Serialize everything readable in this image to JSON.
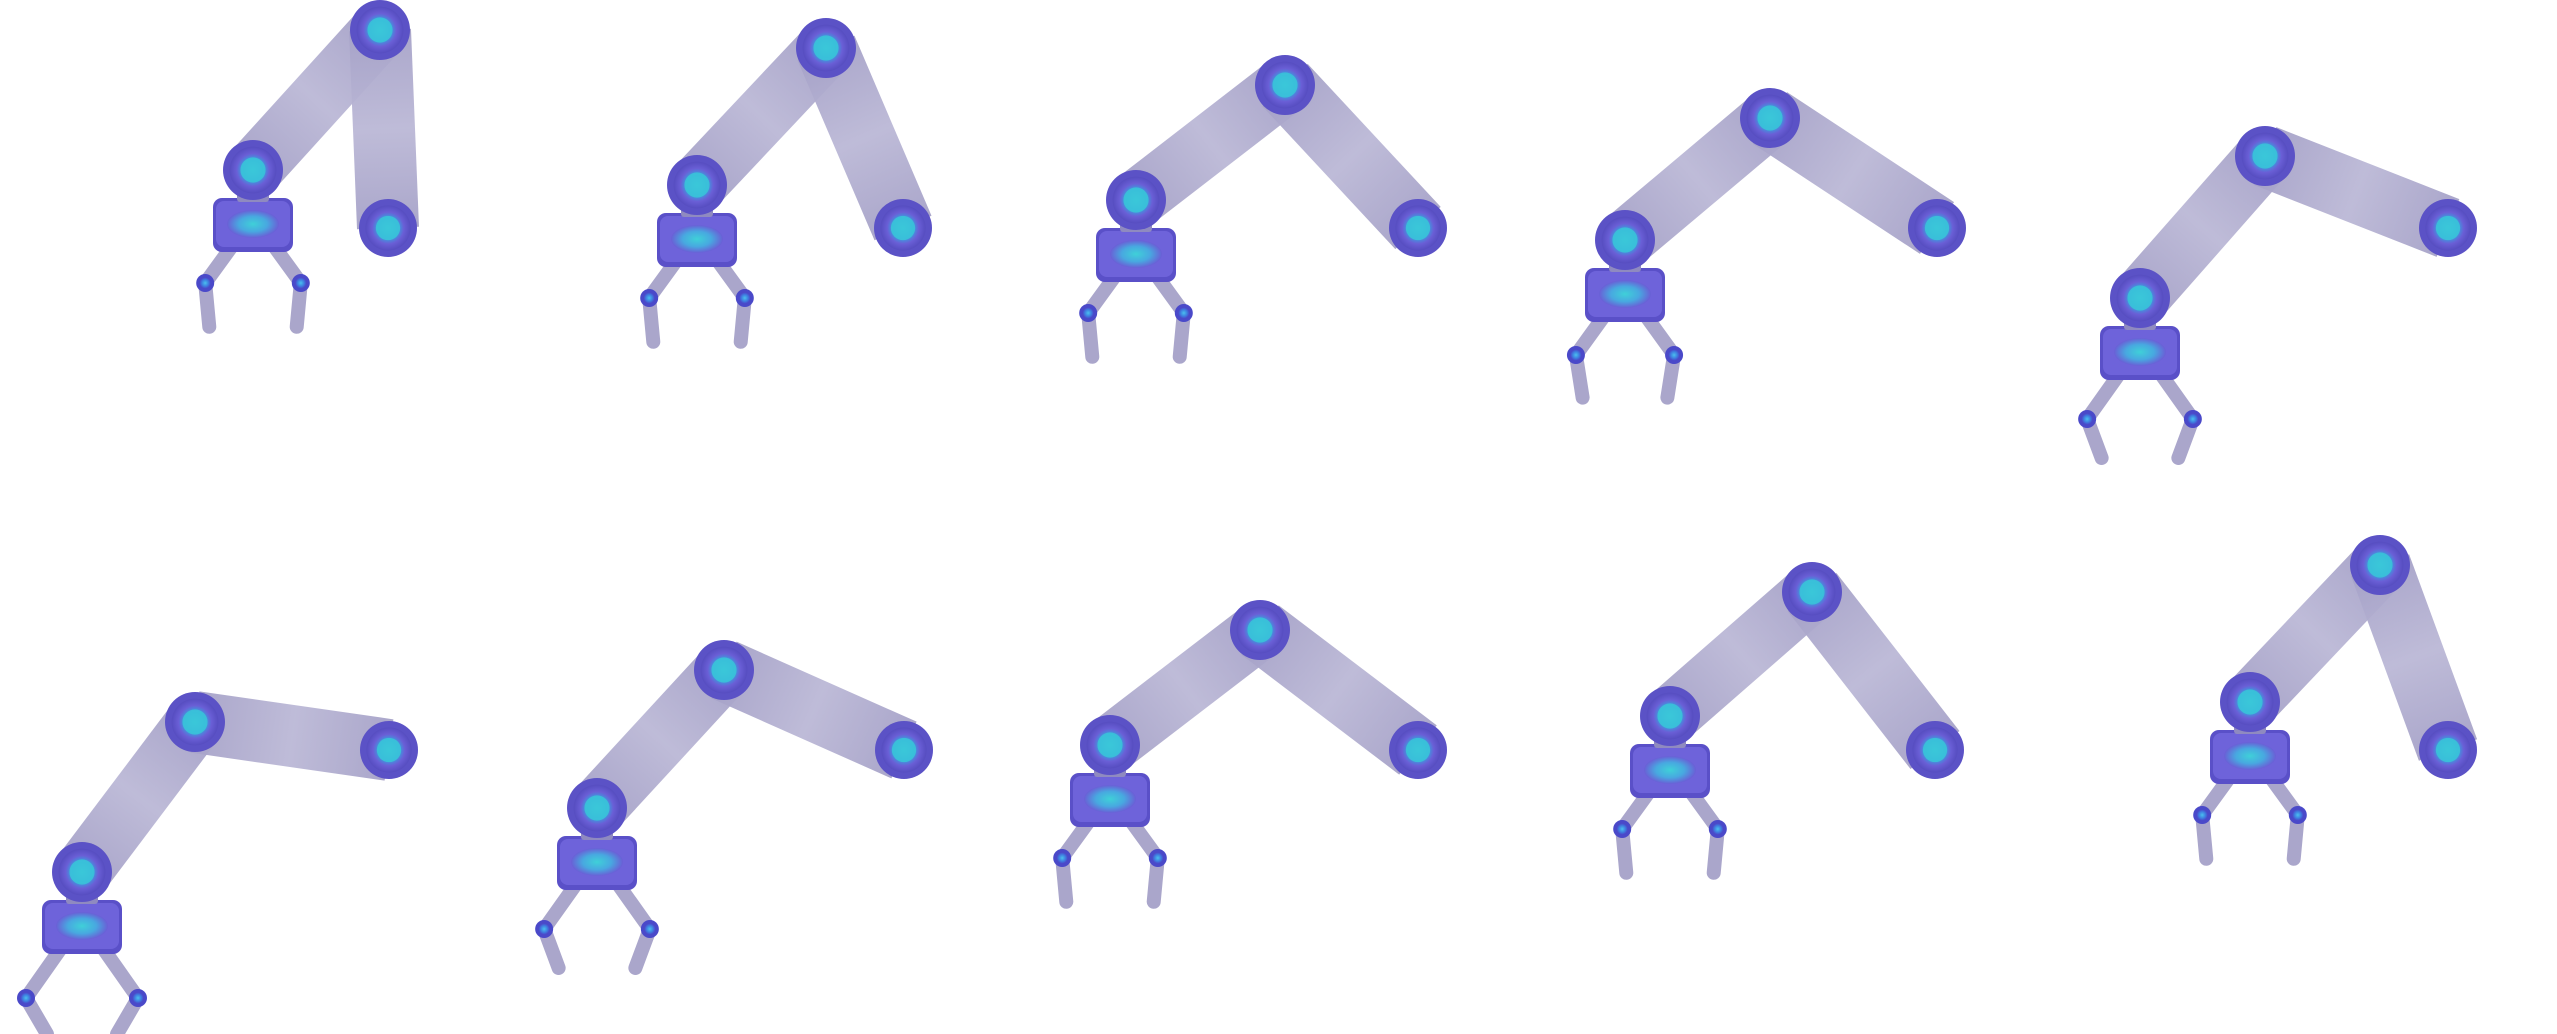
{
  "scene": {
    "subject": "robotic-arm-sprite-frames",
    "frame_count": 10,
    "columns": 5,
    "rows": 2
  },
  "palette": {
    "background": "#ffffff",
    "arm_segment_light": "#b3b0cf",
    "arm_segment_dark": "#9c98c2",
    "joint_outer": "#5a52c4",
    "joint_mid": "#7a6fe0",
    "joint_glow": "#3fb8d8",
    "head_body": "#6a5fd6",
    "head_shadow": "#4e44b8",
    "finger": "#aaa6cb",
    "finger_tip_outer": "#4a49c9",
    "finger_tip_glow": "#4aa6e8"
  },
  "icons": {
    "frame": "robot-arm-icon",
    "joint": "arm-joint-icon",
    "gripper": "gripper-claw-icon"
  }
}
